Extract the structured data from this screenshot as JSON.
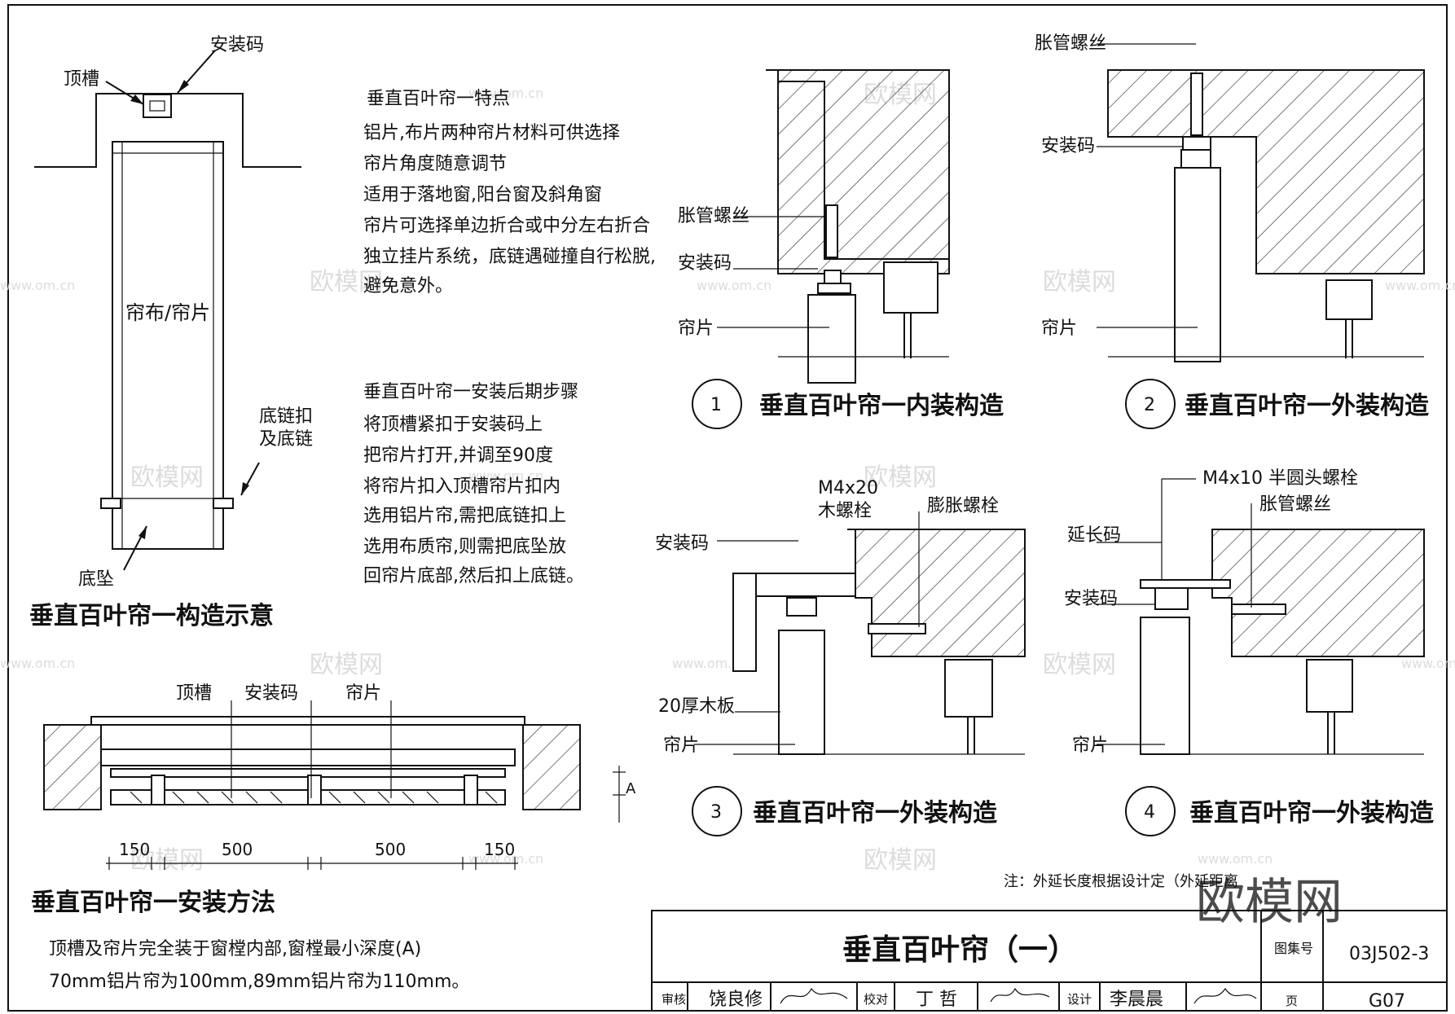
{
  "sheet": {
    "title": "垂直百叶帘（一）",
    "atlas_label": "图集号",
    "atlas_no": "03J502-3",
    "page_label": "页",
    "page_no": "G07",
    "review_label": "审核",
    "reviewer": "饶良修",
    "check_label": "校对",
    "checker": "丁 哲",
    "design_label": "设计",
    "designer": "李晨晨"
  },
  "watermark": {
    "brand": "欧模网",
    "url": "www.om.cn"
  },
  "diagram_main": {
    "label_install_code": "安装码",
    "label_top_track": "顶槽",
    "label_curtain": "帘布/帘片",
    "label_bottom_chain": "底链扣\n及底链",
    "label_bottom_weight": "底坠",
    "caption": "垂直百叶帘一构造示意"
  },
  "features": {
    "title": "垂直百叶帘一特点",
    "lines": [
      "铝片,布片两种帘片材料可供选择",
      "帘片角度随意调节",
      "适用于落地窗,阳台窗及斜角窗",
      "帘片可选择单边折合或中分左右折合",
      "独立挂片系统，底链遇碰撞自行松脱,",
      "避免意外。"
    ]
  },
  "steps": {
    "title": "垂直百叶帘一安装后期步骤",
    "lines": [
      "将顶槽紧扣于安装码上",
      "把帘片打开,并调至90度",
      "将帘片扣入顶槽帘片扣内",
      "选用铝片帘,需把底链扣上",
      "选用布质帘,则需把底坠放",
      "回帘片底部,然后扣上底链。"
    ]
  },
  "plan": {
    "labels": [
      "顶槽",
      "安装码",
      "帘片"
    ],
    "dims": [
      "150",
      "500",
      "500",
      "150"
    ],
    "dim_a": "A",
    "caption": "垂直百叶帘一安装方法",
    "notes": [
      "顶槽及帘片完全装于窗樘内部,窗樘最小深度(A)",
      "70mm铝片帘为100mm,89mm铝片帘为110mm。"
    ]
  },
  "details": [
    {
      "no": "1",
      "caption": "垂直百叶帘一内装构造",
      "labels": [
        "胀管螺丝",
        "安装码",
        "帘片"
      ]
    },
    {
      "no": "2",
      "caption": "垂直百叶帘一外装构造",
      "labels": [
        "胀管螺丝",
        "安装码",
        "帘片"
      ]
    },
    {
      "no": "3",
      "caption": "垂直百叶帘一外装构造",
      "labels": [
        "M4x20",
        "木螺栓",
        "膨胀螺栓",
        "安装码",
        "20厚木板",
        "帘片"
      ]
    },
    {
      "no": "4",
      "caption": "垂直百叶帘一外装构造",
      "labels": [
        "M4x10 半圆头螺栓",
        "胀管螺丝",
        "延长码",
        "安装码",
        "帘片"
      ]
    }
  ],
  "note": "注：外延长度根据设计定（外延距离"
}
